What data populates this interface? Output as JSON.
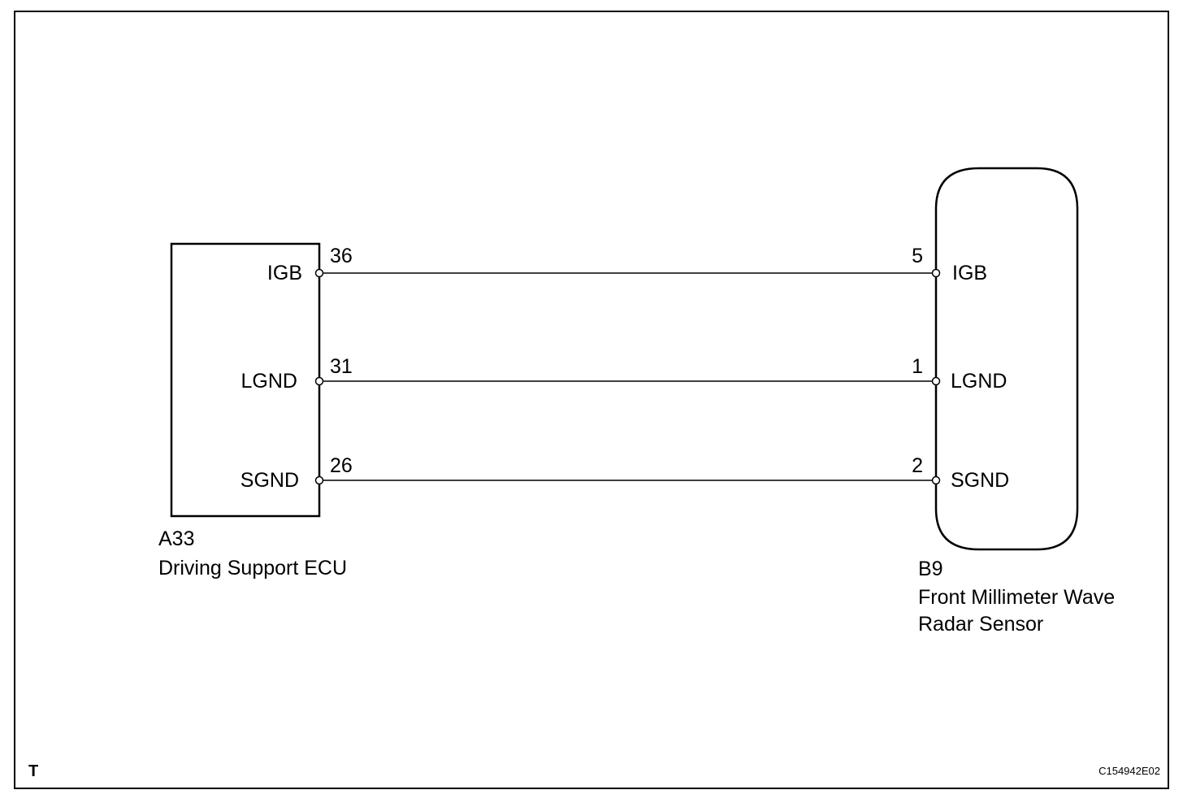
{
  "ecu": {
    "code": "A33",
    "name": "Driving Support ECU",
    "pins": [
      {
        "signal": "IGB",
        "number": "36"
      },
      {
        "signal": "LGND",
        "number": "31"
      },
      {
        "signal": "SGND",
        "number": "26"
      }
    ]
  },
  "sensor": {
    "code": "B9",
    "name_line1": "Front Millimeter Wave",
    "name_line2": "Radar Sensor",
    "pins": [
      {
        "signal": "IGB",
        "number": "5"
      },
      {
        "signal": "LGND",
        "number": "1"
      },
      {
        "signal": "SGND",
        "number": "2"
      }
    ]
  },
  "corner_mark": "T",
  "figure_code": "C154942E02"
}
